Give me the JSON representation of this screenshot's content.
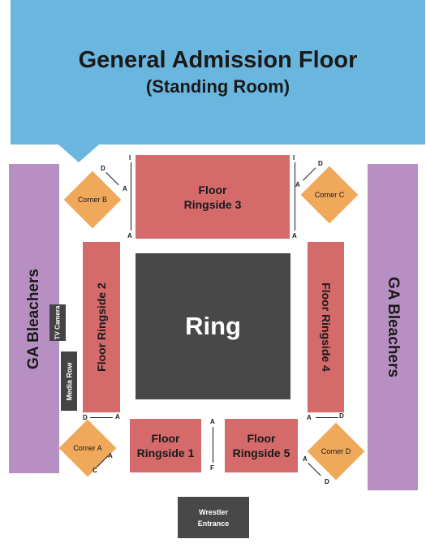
{
  "sections": {
    "ga_floor": {
      "title": "General Admission Floor",
      "subtitle": "(Standing Room)"
    },
    "bleachers_left": "GA Bleachers",
    "bleachers_right": "GA Bleachers",
    "ringside_3": {
      "line1": "Floor",
      "line2": "Ringside 3"
    },
    "ringside_2": "Floor Ringside 2",
    "ringside_4": "Floor Ringside 4",
    "ringside_1": {
      "line1": "Floor",
      "line2": "Ringside 1"
    },
    "ringside_5": {
      "line1": "Floor",
      "line2": "Ringside 5"
    },
    "ring": "Ring",
    "corner_a": "Corner A",
    "corner_b": "Corner B",
    "corner_c": "Corner C",
    "corner_d": "Corner D",
    "tv_camera": "TV Camera",
    "media_row": "Media Row",
    "wrestler_entrance": {
      "line1": "Wrestler",
      "line2": "Entrance"
    }
  },
  "row_labels": {
    "rs3_left_top": "I",
    "rs3_left_bottom": "A",
    "rs3_right_top": "I",
    "rs3_right_bottom": "A",
    "cb_d": "D",
    "cb_a": "A",
    "cc_d": "D",
    "cc_a": "A",
    "rs2_d": "D",
    "rs2_a": "A",
    "rs4_a": "A",
    "rs4_d": "D",
    "mid_a": "A",
    "mid_f": "F",
    "ca_a": "A",
    "ca_c": "C",
    "cd_a": "A",
    "cd_d": "D"
  },
  "colors": {
    "ga_floor": "#6bb6df",
    "bleachers": "#b88fc3",
    "ringside": "#d46a6a",
    "ring": "#484848",
    "corner": "#f0a85b"
  }
}
